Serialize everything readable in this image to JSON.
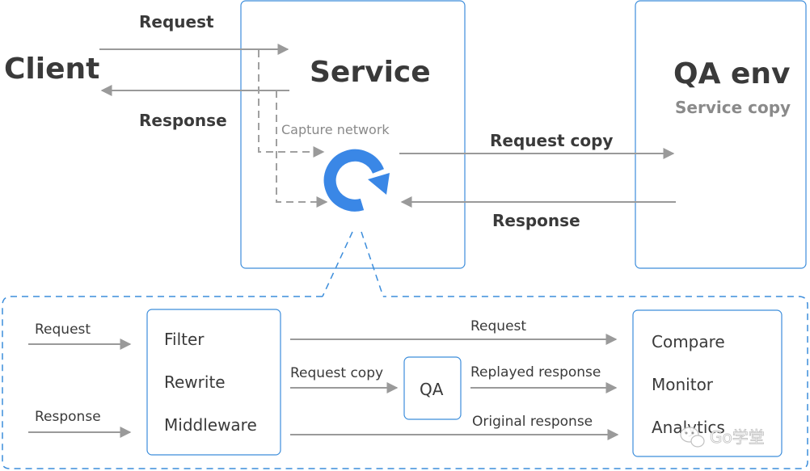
{
  "top": {
    "client": "Client",
    "service": "Service",
    "qa_env": "QA env",
    "service_copy": "Service copy",
    "request": "Request",
    "response": "Response",
    "capture_network": "Capture network",
    "request_copy": "Request copy",
    "response_right": "Response"
  },
  "bottom": {
    "request_in": "Request",
    "response_in": "Response",
    "filter": "Filter",
    "rewrite": "Rewrite",
    "middleware": "Middleware",
    "request_top": "Request",
    "request_copy": "Request copy",
    "qa": "QA",
    "replayed_response": "Replayed response",
    "original_response": "Original response",
    "compare": "Compare",
    "monitor": "Monitor",
    "analytics": "Analytics"
  },
  "watermark": "Go学堂",
  "colors": {
    "box_border": "#3c8ddb",
    "arrow": "#9a9a9a",
    "logo": "#3a87e6"
  }
}
